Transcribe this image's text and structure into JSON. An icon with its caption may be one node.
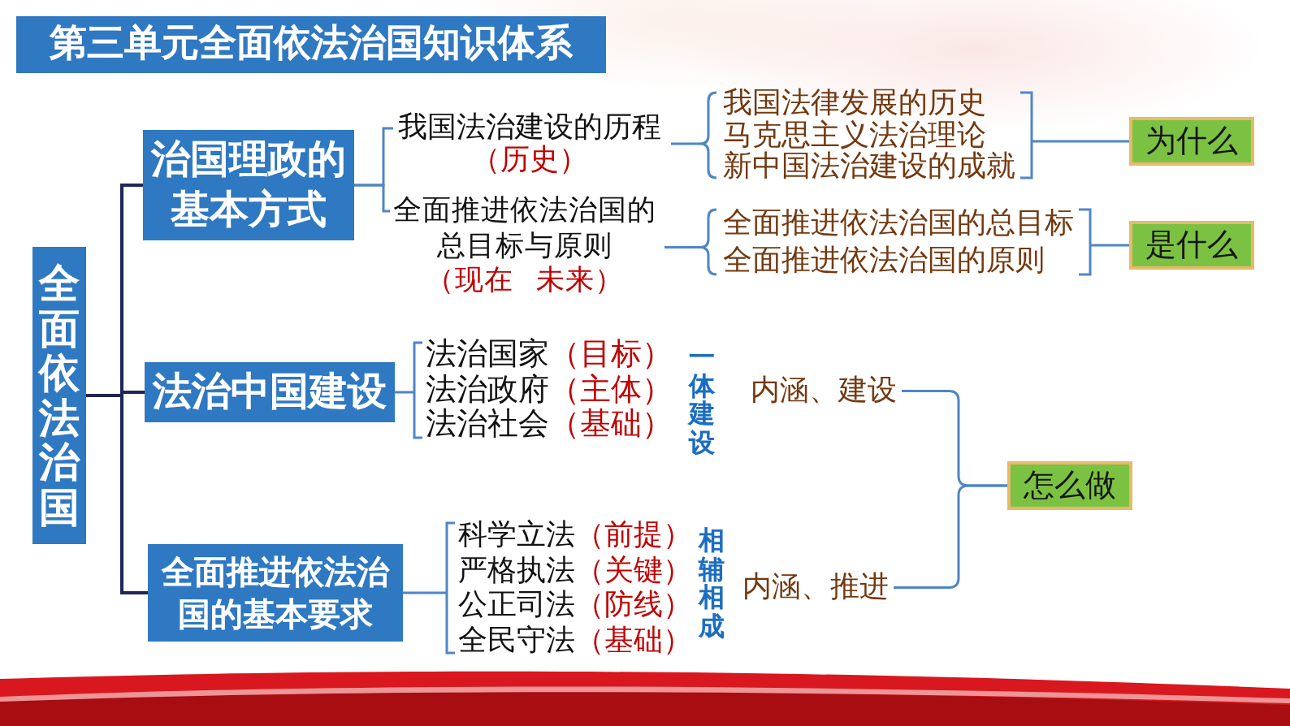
{
  "diagram": {
    "title": "第三单元全面依法治国知识体系",
    "nodes": [
      {
        "text": [
          "全面依法治国"
        ]
      },
      {
        "text": [
          "治国理政的基本方式"
        ]
      },
      {
        "text": [
          "我国法治建设的历程",
          "（历史）"
        ]
      },
      {
        "text": [
          "我国法律发展的历史",
          "马克思主义法治理论",
          "新中国法治建设的成就"
        ]
      },
      {
        "text": [
          "为什么"
        ]
      },
      {
        "text": [
          "全面推进依法治国的总目标与原则",
          "（现在 未来）"
        ]
      },
      {
        "text": [
          "全面推进依法治国的总目标",
          "全面推进依法治国的原则"
        ]
      },
      {
        "text": [
          "是什么"
        ]
      },
      {
        "text": [
          "法治中国建设"
        ]
      },
      {
        "text": [
          "法治国家",
          "（目标）",
          "法治政府",
          "（主体）",
          "法治社会",
          "（基础）"
        ],
        "beside": [
          "一体建设"
        ]
      },
      {
        "text": [
          "内涵、建设"
        ]
      },
      {
        "text": [
          "怎么做"
        ]
      },
      {
        "text": [
          "全面推进依法治国的基本要求"
        ]
      },
      {
        "text": [
          "科学立法",
          "（前提）",
          "严格执法",
          "（关键）",
          "公正司法",
          "（防线）",
          "全民守法",
          "（基础）"
        ],
        "beside": [
          "相辅相成"
        ]
      },
      {
        "text": [
          "内涵、推进"
        ]
      }
    ],
    "edges": [
      {
        "from": 0,
        "to": 1,
        "arrow": "none",
        "color": "#1f2557"
      },
      {
        "from": 0,
        "to": 8,
        "arrow": "none",
        "color": "#1f2557"
      },
      {
        "from": 0,
        "to": 12,
        "arrow": "none",
        "color": "#1f2557"
      },
      {
        "from": 1,
        "to": 2,
        "arrow": "none"
      },
      {
        "from": 1,
        "to": 5,
        "arrow": "none"
      },
      {
        "from": 2,
        "to": 3,
        "arrow": "none"
      },
      {
        "from": 5,
        "to": 6,
        "arrow": "none"
      },
      {
        "from": 3,
        "to": 4,
        "arrow": "none"
      },
      {
        "from": 6,
        "to": 7,
        "arrow": "none"
      },
      {
        "from": 8,
        "to": 9,
        "arrow": "none"
      },
      {
        "from": 12,
        "to": 13,
        "arrow": "none"
      },
      {
        "from": 10,
        "to": 11,
        "arrow": "none"
      },
      {
        "from": 14,
        "to": 11,
        "arrow": "none"
      }
    ]
  }
}
